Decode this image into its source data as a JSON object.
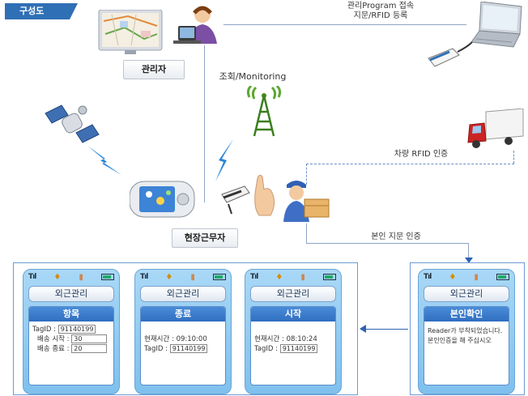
{
  "tag": "구성도",
  "roles": {
    "admin": "관리자",
    "field": "현장근무자"
  },
  "notes": {
    "program": "관리Program 접속",
    "register": "지문/RFID 등록",
    "monitoring": "조회/Monitoring",
    "vehicle_rfid": "차량 RFID 인증",
    "fingerprint_auth": "본인 지문 인증"
  },
  "phones": [
    {
      "app": "외근관리",
      "header": "항목",
      "lines": [
        {
          "label": "TagID :",
          "value": "91140199"
        },
        {
          "label": "배송 시작 :",
          "value": "30"
        },
        {
          "label": "배송 종료 :",
          "value": "20"
        }
      ]
    },
    {
      "app": "외근관리",
      "header": "종료",
      "lines": [
        {
          "label": "현재시간 :",
          "value": "09:10:00"
        },
        {
          "label": "TagID :",
          "value": "91140199"
        }
      ]
    },
    {
      "app": "외근관리",
      "header": "시작",
      "lines": [
        {
          "label": "현재시간 :",
          "value": "08:10:24"
        },
        {
          "label": "TagID :",
          "value": "91140199"
        }
      ]
    },
    {
      "app": "외근관리",
      "header": "본인확인",
      "lines": [
        {
          "label": "Reader가 부착되었습니다.",
          "value": ""
        },
        {
          "label": "본인인증을 해 주십시오",
          "value": ""
        }
      ]
    }
  ],
  "icons": {
    "admin_monitor": "map-monitor-icon",
    "operator": "headset-operator-icon",
    "laptop": "laptop-icon",
    "usb_reader": "usb-reader-icon",
    "tower": "antenna-tower-icon",
    "satellite": "satellite-icon",
    "truck": "truck-icon",
    "pda": "pda-device-icon",
    "fingerprint_reader": "fingerprint-reader-icon",
    "courier": "delivery-worker-icon"
  },
  "colors": {
    "accent": "#2f6fb5",
    "frame": "#6d9ad6",
    "phone_body": "#a9d8f6",
    "screen_head": "#2f6ec0"
  }
}
